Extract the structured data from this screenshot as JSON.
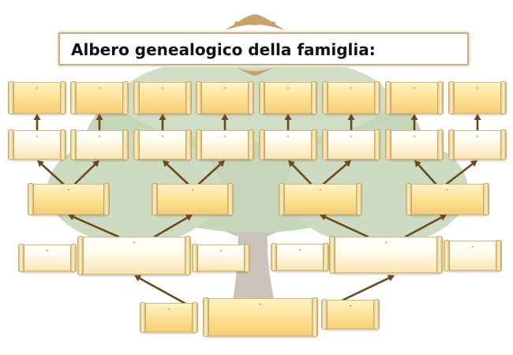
{
  "title": "Albero genealogico della famiglia:",
  "colors": {
    "arrow": "#6b4a1a",
    "box_dark": "#fde49a",
    "box_light": "#fff9e6",
    "tree_foliage": "#8fae7a",
    "tree_trunk": "#9a8a78",
    "ornament": "#c8a266"
  },
  "placeholder": "-",
  "generations": [
    {
      "name": "great-grandparents",
      "boxes": [
        "-",
        "-",
        "-",
        "-",
        "-",
        "-",
        "-",
        "-"
      ]
    },
    {
      "name": "great-grandparents-row-2",
      "boxes": [
        "-",
        "-",
        "-",
        "-",
        "-",
        "-",
        "-",
        "-"
      ]
    },
    {
      "name": "grandparents",
      "boxes": [
        "-",
        "-",
        "-",
        "-"
      ]
    },
    {
      "name": "parents-and-siblings",
      "boxes": [
        "-",
        "-",
        "-",
        "-",
        "-",
        "-"
      ]
    },
    {
      "name": "self-and-siblings",
      "boxes": [
        "-",
        "-",
        "-"
      ]
    }
  ]
}
